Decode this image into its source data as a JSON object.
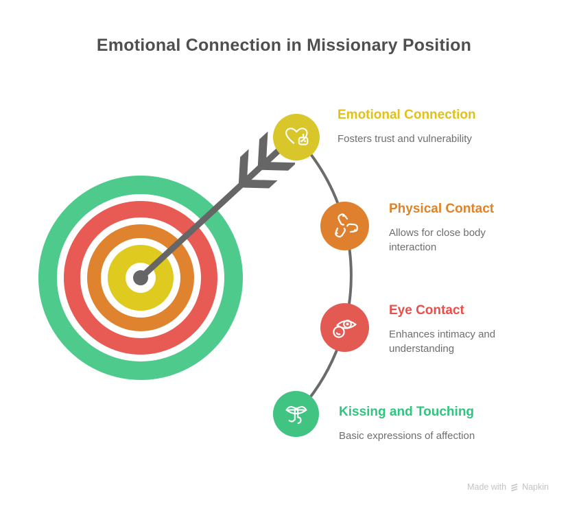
{
  "title": "Emotional Connection in Missionary Position",
  "colors": {
    "title": "#4f4f4f",
    "body_text": "#6e6e6e",
    "connector": "#6b6b6b",
    "arrow": "#666666",
    "watermark": "#c3c3c3",
    "target": {
      "green_ring": "#4ecb8c",
      "red_ring": "#e85b55",
      "orange_ring": "#e0832f",
      "yellow_center": "#dfca20",
      "center_dot": "#666666"
    }
  },
  "milestones": [
    {
      "label": "Emotional Connection",
      "description": "Fosters trust and vulnerability",
      "heading_color": "#e2c117",
      "circle_color": "#d9c62b",
      "icon": "heart-robot-icon"
    },
    {
      "label": "Physical Contact",
      "description": "Allows for close body interaction",
      "heading_color": "#e08227",
      "circle_color": "#df802e",
      "icon": "hands-together-icon"
    },
    {
      "label": "Eye Contact",
      "description": "Enhances intimacy and understanding",
      "heading_color": "#e84f4b",
      "circle_color": "#e25a52",
      "icon": "eye-observation-icon"
    },
    {
      "label": "Kissing and Touching",
      "description": "Basic expressions of affection",
      "heading_color": "#2fc57f",
      "circle_color": "#41c382",
      "icon": "lips-shush-icon"
    }
  ],
  "watermark": {
    "prefix": "Made with",
    "brand": "Napkin"
  }
}
